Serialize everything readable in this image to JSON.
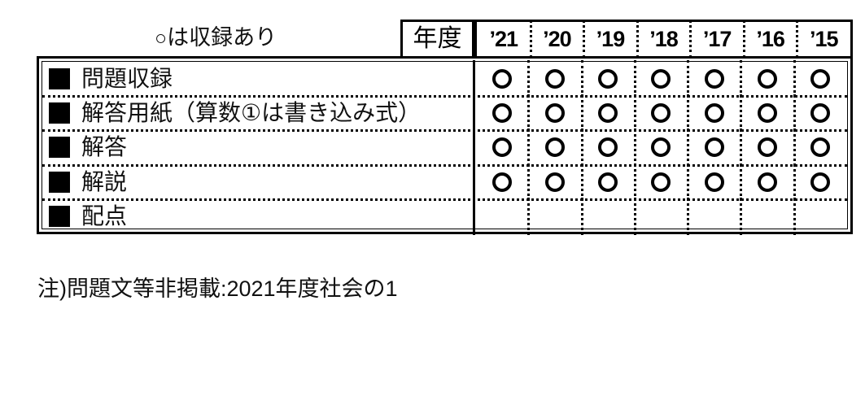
{
  "legend": {
    "ring_glyph": "○",
    "text": "は収録あり"
  },
  "table": {
    "year_header_label": "年度",
    "years": [
      "’21",
      "’20",
      "’19",
      "’18",
      "’17",
      "’16",
      "’15"
    ],
    "mark_glyph": "○",
    "rows": [
      {
        "label": "問題収録",
        "marks": [
          true,
          true,
          true,
          true,
          true,
          true,
          true
        ]
      },
      {
        "label": "解答用紙（算数①は書き込み式）",
        "marks": [
          true,
          true,
          true,
          true,
          true,
          true,
          true
        ]
      },
      {
        "label": "解答",
        "marks": [
          true,
          true,
          true,
          true,
          true,
          true,
          true
        ]
      },
      {
        "label": "解説",
        "marks": [
          true,
          true,
          true,
          true,
          true,
          true,
          true
        ]
      },
      {
        "label": "配点",
        "marks": [
          false,
          false,
          false,
          false,
          false,
          false,
          false
        ]
      }
    ]
  },
  "footnote": {
    "text": "注)問題文等非掲載:2021年度社会の1"
  },
  "colors": {
    "ink": "#000000",
    "text": "#111111",
    "paper": "#ffffff"
  }
}
